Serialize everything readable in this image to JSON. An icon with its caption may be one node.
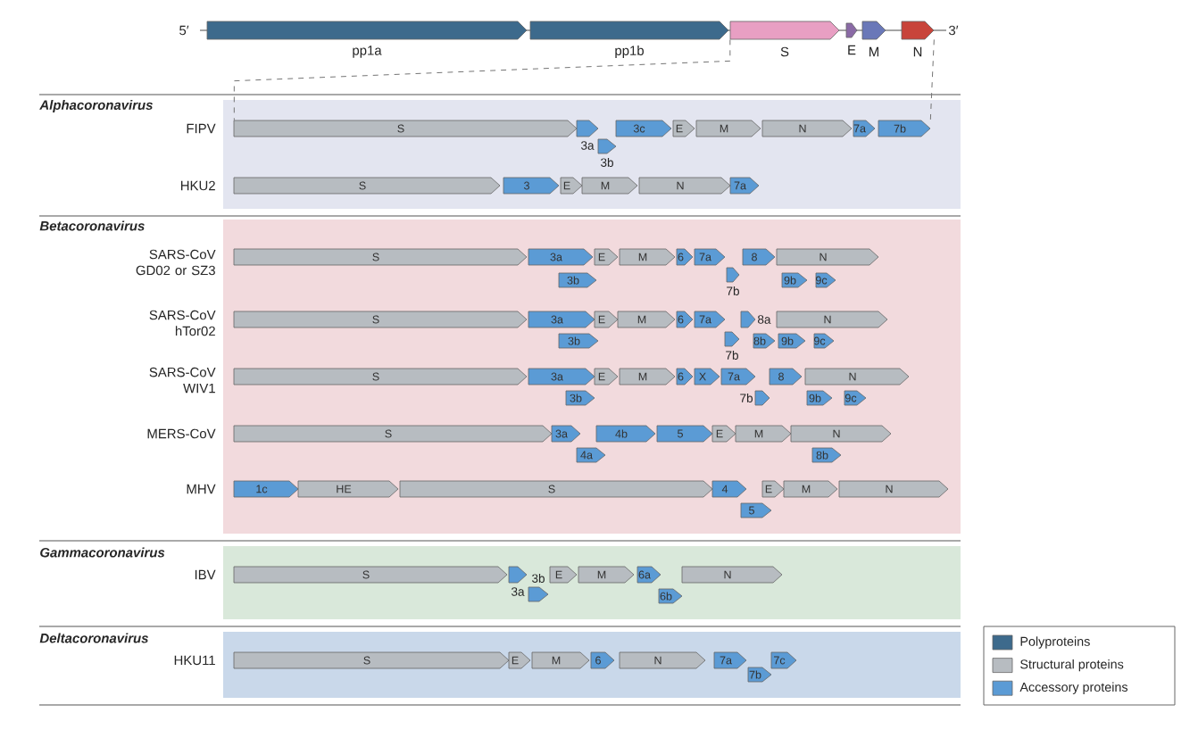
{
  "diagram": {
    "nodes": [
      {
        "text": [
          "pp1a"
        ]
      },
      {
        "text": [
          "pp1b"
        ]
      },
      {
        "text": [
          "S"
        ]
      },
      {
        "text": [
          "E"
        ]
      },
      {
        "text": [
          "M"
        ]
      },
      {
        "text": [
          "N"
        ]
      },
      {
        "text": [],
        "shape": "box"
      },
      {
        "text": [
          "S"
        ],
        "in": 6
      },
      {
        "text": [
          "3a"
        ],
        "in": 6
      },
      {
        "text": [
          "3b"
        ],
        "in": 6
      },
      {
        "text": [
          "3c"
        ],
        "in": 6
      },
      {
        "text": [
          "E"
        ],
        "in": 6
      },
      {
        "text": [
          "M"
        ],
        "in": 6
      },
      {
        "text": [
          "N"
        ],
        "in": 6
      },
      {
        "text": [
          "7a"
        ],
        "in": 6
      },
      {
        "text": [
          "7b"
        ],
        "in": 6
      },
      {
        "text": [
          "S"
        ],
        "in": 6
      },
      {
        "text": [
          "3"
        ],
        "in": 6
      },
      {
        "text": [
          "E"
        ],
        "in": 6
      },
      {
        "text": [
          "M"
        ],
        "in": 6
      },
      {
        "text": [
          "N"
        ],
        "in": 6
      },
      {
        "text": [
          "7a"
        ],
        "in": 6
      },
      {
        "text": [],
        "shape": "box"
      },
      {
        "text": [
          "S"
        ],
        "in": 22
      },
      {
        "text": [
          "3a"
        ],
        "in": 22
      },
      {
        "text": [
          "3b"
        ],
        "in": 22
      },
      {
        "text": [
          "E"
        ],
        "in": 22
      },
      {
        "text": [
          "M"
        ],
        "in": 22
      },
      {
        "text": [
          "6"
        ],
        "in": 22
      },
      {
        "text": [
          "7a"
        ],
        "in": 22
      },
      {
        "text": [
          "7b"
        ],
        "in": 22
      },
      {
        "text": [
          "8"
        ],
        "in": 22
      },
      {
        "text": [
          "N"
        ],
        "in": 22
      },
      {
        "text": [
          "9b"
        ],
        "in": 22
      },
      {
        "text": [
          "9c"
        ],
        "in": 22
      },
      {
        "text": [
          "S"
        ],
        "in": 22
      },
      {
        "text": [
          "3a"
        ],
        "in": 22
      },
      {
        "text": [
          "3b"
        ],
        "in": 22
      },
      {
        "text": [
          "E"
        ],
        "in": 22
      },
      {
        "text": [
          "M"
        ],
        "in": 22
      },
      {
        "text": [
          "6"
        ],
        "in": 22
      },
      {
        "text": [
          "7a"
        ],
        "in": 22
      },
      {
        "text": [
          "7b"
        ],
        "in": 22
      },
      {
        "text": [
          "8a"
        ],
        "in": 22
      },
      {
        "text": [
          "N"
        ],
        "in": 22
      },
      {
        "text": [
          "8b"
        ],
        "in": 22
      },
      {
        "text": [
          "9b"
        ],
        "in": 22
      },
      {
        "text": [
          "9c"
        ],
        "in": 22
      },
      {
        "text": [
          "S"
        ],
        "in": 22
      },
      {
        "text": [
          "3a"
        ],
        "in": 22
      },
      {
        "text": [
          "3b"
        ],
        "in": 22
      },
      {
        "text": [
          "E"
        ],
        "in": 22
      },
      {
        "text": [
          "M"
        ],
        "in": 22
      },
      {
        "text": [
          "6"
        ],
        "in": 22
      },
      {
        "text": [
          "X"
        ],
        "in": 22
      },
      {
        "text": [
          "7a"
        ],
        "in": 22
      },
      {
        "text": [
          "7b"
        ],
        "in": 22
      },
      {
        "text": [
          "8"
        ],
        "in": 22
      },
      {
        "text": [
          "N"
        ],
        "in": 22
      },
      {
        "text": [
          "9b"
        ],
        "in": 22
      },
      {
        "text": [
          "9c"
        ],
        "in": 22
      },
      {
        "text": [
          "S"
        ],
        "in": 22
      },
      {
        "text": [
          "3a"
        ],
        "in": 22
      },
      {
        "text": [
          "4a"
        ],
        "in": 22
      },
      {
        "text": [
          "4b"
        ],
        "in": 22
      },
      {
        "text": [
          "5"
        ],
        "in": 22
      },
      {
        "text": [
          "E"
        ],
        "in": 22
      },
      {
        "text": [
          "M"
        ],
        "in": 22
      },
      {
        "text": [
          "N"
        ],
        "in": 22
      },
      {
        "text": [
          "8b"
        ],
        "in": 22
      },
      {
        "text": [
          "1c"
        ],
        "in": 22
      },
      {
        "text": [
          "HE"
        ],
        "in": 22
      },
      {
        "text": [
          "S"
        ],
        "in": 22
      },
      {
        "text": [
          "4"
        ],
        "in": 22
      },
      {
        "text": [
          "5"
        ],
        "in": 22
      },
      {
        "text": [
          "E"
        ],
        "in": 22
      },
      {
        "text": [
          "M"
        ],
        "in": 22
      },
      {
        "text": [
          "N"
        ],
        "in": 22
      },
      {
        "text": [],
        "shape": "box"
      },
      {
        "text": [
          "S"
        ],
        "in": 78
      },
      {
        "text": [
          "3a"
        ],
        "in": 78
      },
      {
        "text": [
          "3b"
        ],
        "in": 78
      },
      {
        "text": [
          "E"
        ],
        "in": 78
      },
      {
        "text": [
          "M"
        ],
        "in": 78
      },
      {
        "text": [
          "6a"
        ],
        "in": 78
      },
      {
        "text": [
          "6b"
        ],
        "in": 78
      },
      {
        "text": [
          "N"
        ],
        "in": 78
      },
      {
        "text": [],
        "shape": "box"
      },
      {
        "text": [
          "S"
        ],
        "in": 87
      },
      {
        "text": [
          "E"
        ],
        "in": 87
      },
      {
        "text": [
          "M"
        ],
        "in": 87
      },
      {
        "text": [
          "6"
        ],
        "in": 87
      },
      {
        "text": [
          "N"
        ],
        "in": 87
      },
      {
        "text": [
          "7a"
        ],
        "in": 87
      },
      {
        "text": [
          "7b"
        ],
        "in": 87
      },
      {
        "text": [
          "7c"
        ],
        "in": 87
      }
    ],
    "edges": [
      {
        "from": 2,
        "to": 7,
        "arrow": "none",
        "style": "dashed"
      },
      {
        "from": 5,
        "to": 15,
        "arrow": "none",
        "style": "dashed"
      }
    ],
    "labels": [
      "5′",
      "3′",
      "Alphacoronavirus",
      "FIPV",
      "HKU2",
      "Betacoronavirus",
      "SARS-CoV GD02 or SZ3",
      "SARS-CoV hTor02",
      "SARS-CoV WIV1",
      "MERS-CoV",
      "MHV",
      "Gammacoronavirus",
      "IBV",
      "Deltacoronavirus",
      "HKU11"
    ],
    "legend": [
      {
        "text": "Polyproteins",
        "color": "#3d6a8c"
      },
      {
        "text": "Structural proteins",
        "color": "#b7bcc1"
      },
      {
        "text": "Accessory proteins",
        "color": "#5b9bd5"
      }
    ]
  }
}
